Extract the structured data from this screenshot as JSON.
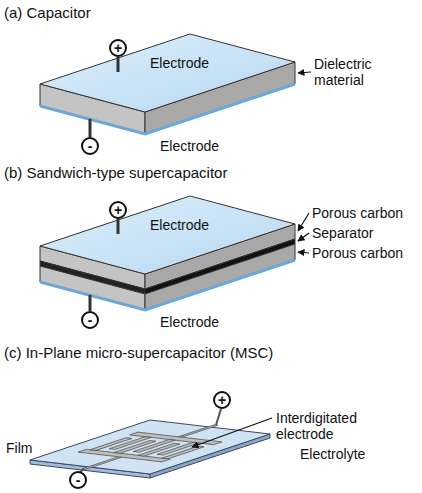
{
  "diagram": {
    "nodes": [
      {
        "text": [
          "+"
        ]
      },
      {
        "text": [
          "-"
        ]
      },
      {
        "text": [
          "+"
        ]
      },
      {
        "text": [
          "-"
        ]
      },
      {
        "text": [
          "+"
        ]
      },
      {
        "text": [
          "-"
        ]
      }
    ],
    "labels": [
      "(a) Capacitor",
      "Electrode",
      "Dielectric material",
      "Electrode",
      "(b) Sandwich-type supercapacitor",
      "Electrode",
      "Porous carbon",
      "Separator",
      "Porous carbon",
      "Electrode",
      "(c) In-Plane micro-supercapacitor (MSC)",
      "Interdigitated electrode",
      "Electrolyte",
      "Film"
    ]
  }
}
